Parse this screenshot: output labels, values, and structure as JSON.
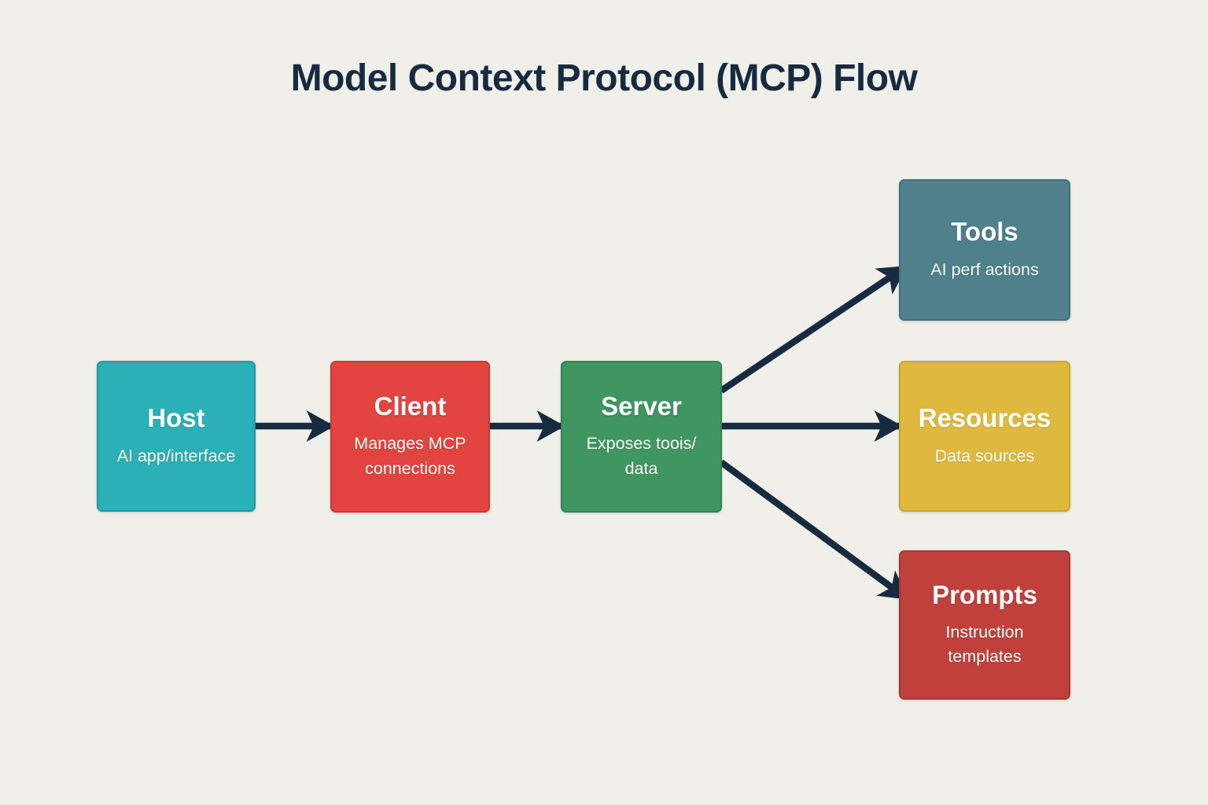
{
  "title": "Model Context Protocol (MCP) Flow",
  "colors": {
    "background": "#f0efe9",
    "ink": "#162b3f",
    "arrow": "#162b3f",
    "node_text": "#ffffff"
  },
  "nodes": [
    {
      "id": "host",
      "label": "Host",
      "sublabel": "AI app/interface",
      "fill": "#2ab0b6",
      "border": "#1f9aa0"
    },
    {
      "id": "client",
      "label": "Client",
      "sublabel": "Manages MCP connections",
      "fill": "#e2453f",
      "border": "#ca3a35"
    },
    {
      "id": "server",
      "label": "Server",
      "sublabel": "Exposes toois/ data",
      "fill": "#3f9660",
      "border": "#348252"
    },
    {
      "id": "tools",
      "label": "Tools",
      "sublabel": "AI perf actions",
      "fill": "#4e818c",
      "border": "#43707a"
    },
    {
      "id": "resources",
      "label": "Resources",
      "sublabel": "Data sources",
      "fill": "#dfb93e",
      "border": "#c7a435"
    },
    {
      "id": "prompts",
      "label": "Prompts",
      "sublabel": "Instruction templates",
      "fill": "#c0403c",
      "border": "#a83633"
    }
  ],
  "edges": [
    {
      "from": "host",
      "to": "client"
    },
    {
      "from": "client",
      "to": "server"
    },
    {
      "from": "server",
      "to": "tools"
    },
    {
      "from": "server",
      "to": "resources"
    },
    {
      "from": "server",
      "to": "prompts"
    }
  ]
}
